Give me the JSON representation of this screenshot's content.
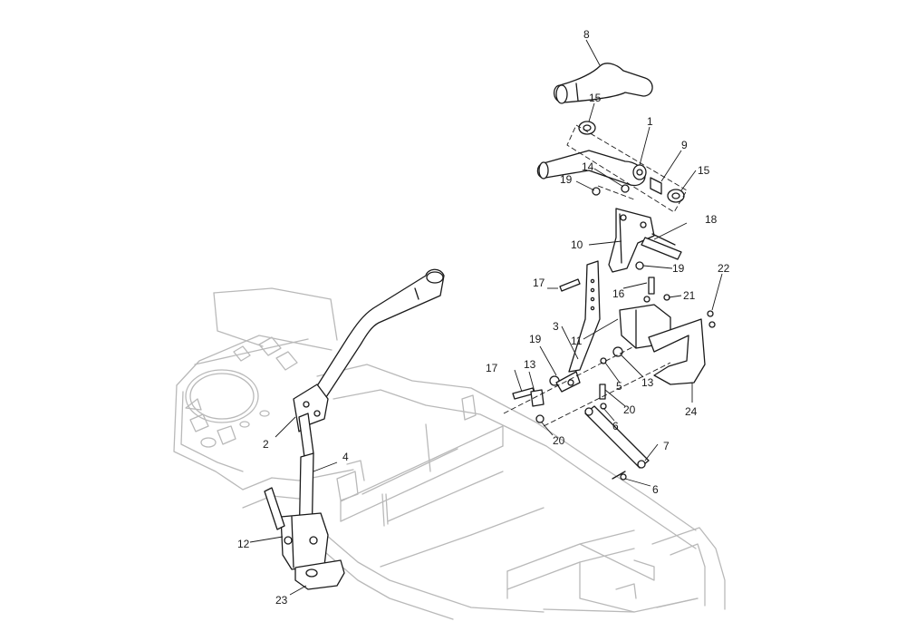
{
  "callouts": {
    "c1": "1",
    "c2": "2",
    "c3": "3",
    "c4": "4",
    "c5": "5",
    "c6": "6",
    "c6b": "6",
    "c7": "7",
    "c8": "8",
    "c9": "9",
    "c10": "10",
    "c11": "11",
    "c12": "12",
    "c13": "13",
    "c13b": "13",
    "c14": "14",
    "c15": "15",
    "c15b": "15",
    "c16": "16",
    "c17": "17",
    "c17b": "17",
    "c18": "18",
    "c19": "19",
    "c19b": "19",
    "c19c": "19",
    "c20": "20",
    "c20b": "20",
    "c21": "21",
    "c22": "22",
    "c23": "23",
    "c24": "24"
  }
}
